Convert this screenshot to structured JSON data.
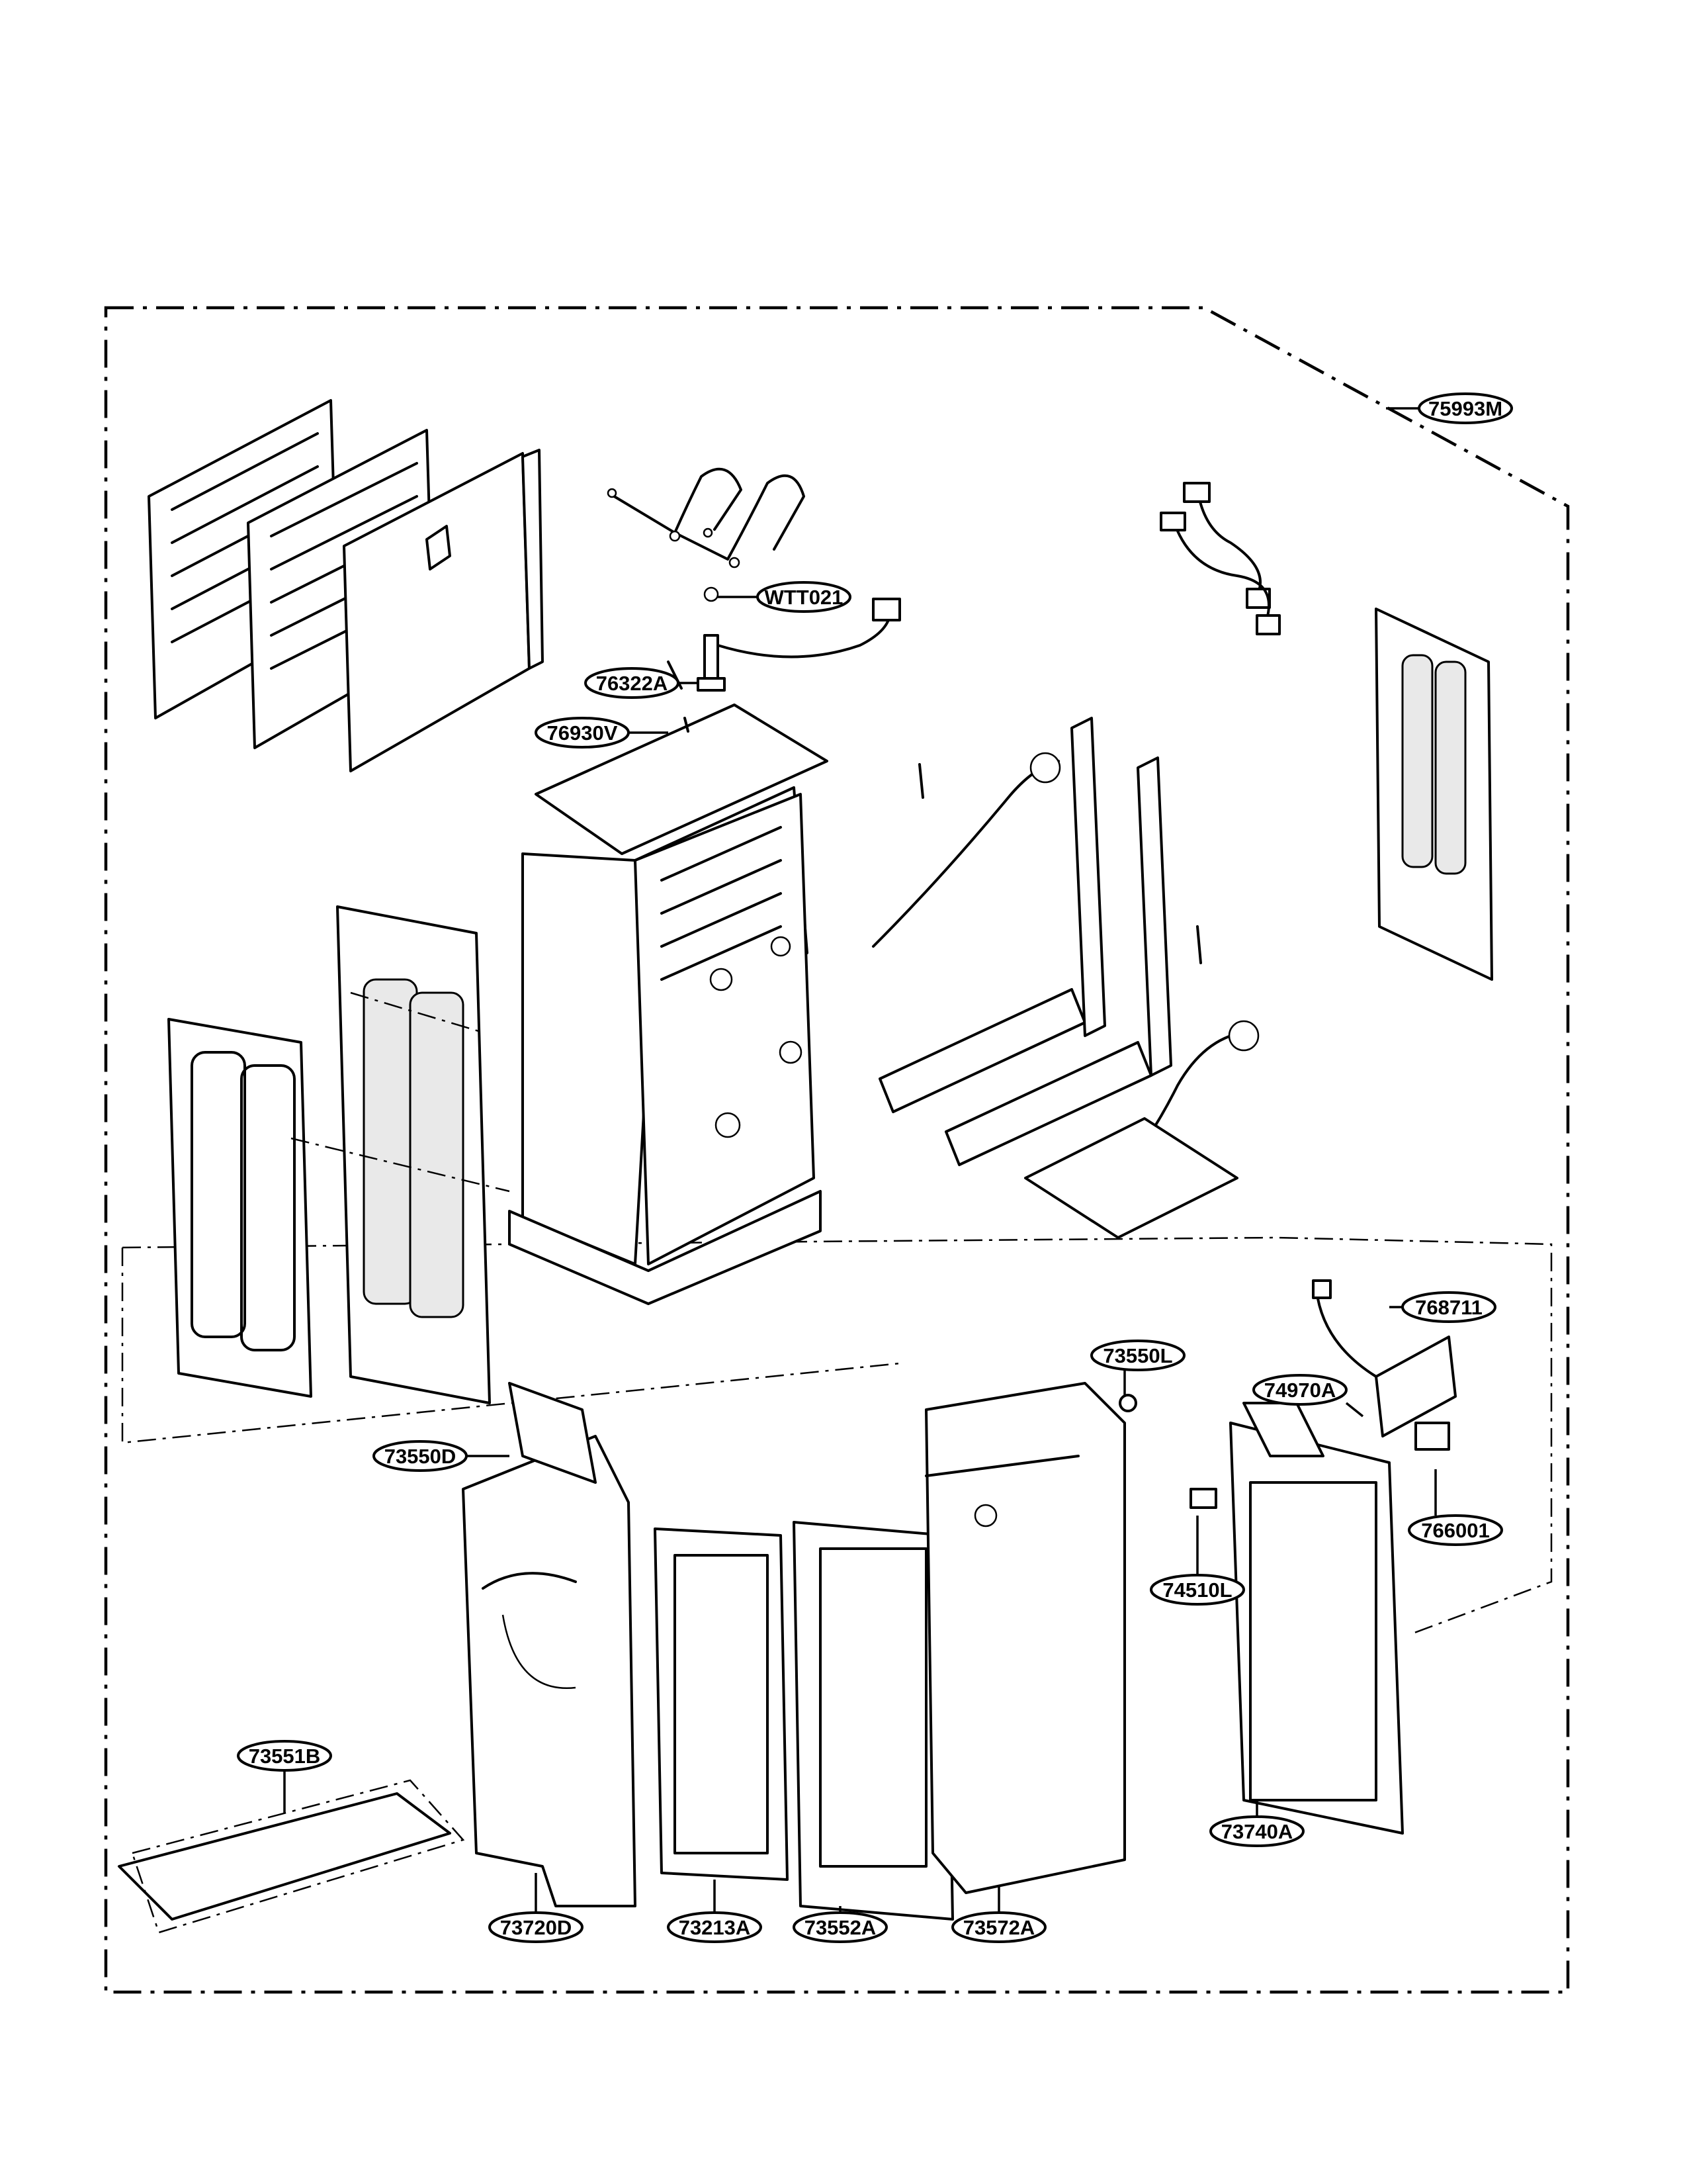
{
  "labels": [
    {
      "id": "75993M",
      "text": "75993M"
    },
    {
      "id": "WTT021",
      "text": "WTT021"
    },
    {
      "id": "76322A",
      "text": "76322A"
    },
    {
      "id": "76930V",
      "text": "76930V"
    },
    {
      "id": "768711",
      "text": "768711"
    },
    {
      "id": "73550L",
      "text": "73550L"
    },
    {
      "id": "74970A",
      "text": "74970A"
    },
    {
      "id": "73550D",
      "text": "73550D"
    },
    {
      "id": "766001",
      "text": "766001"
    },
    {
      "id": "74510L",
      "text": "74510L"
    },
    {
      "id": "73551B",
      "text": "73551B"
    },
    {
      "id": "73740A",
      "text": "73740A"
    },
    {
      "id": "73720D",
      "text": "73720D"
    },
    {
      "id": "73213A",
      "text": "73213A"
    },
    {
      "id": "73552A",
      "text": "73552A"
    },
    {
      "id": "73572A",
      "text": "73572A"
    }
  ]
}
